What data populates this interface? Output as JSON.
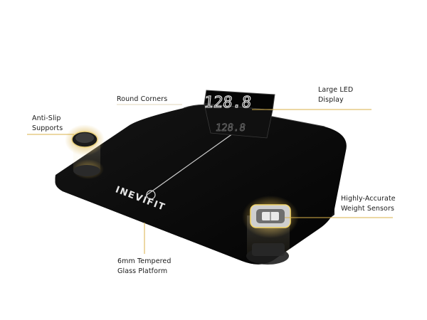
{
  "product": {
    "brand": "INEVIFIT",
    "display_reading": "128.8",
    "display_reflection": "128.8"
  },
  "callouts": {
    "round_corners": [
      "Round Corners"
    ],
    "large_led": [
      "Large LED",
      "Display"
    ],
    "anti_slip": [
      "Anti-Slip",
      "Supports"
    ],
    "sensors": [
      "Highly-Accurate",
      "Weight Sensors"
    ],
    "glass": [
      "6mm Tempered",
      "Glass Platform"
    ]
  },
  "colors": {
    "accent": "#d9b24a",
    "platform": "#070707",
    "led": "#f2f2f2"
  }
}
